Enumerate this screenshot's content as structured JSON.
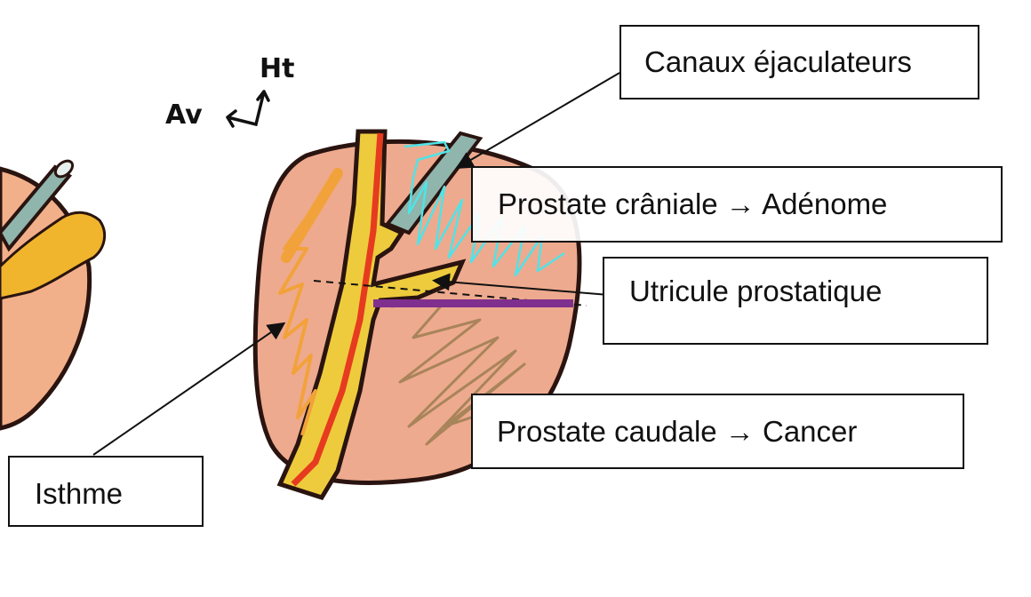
{
  "diagram": {
    "orientation": {
      "anterior": "Av",
      "superior": "Ht"
    },
    "labels": {
      "ejaculatory_ducts": "Canaux éjaculateurs",
      "cranial_prostate": "Prostate crâniale → Adénome",
      "utricle": "Utricule prostatique",
      "caudal_prostate": "Prostate caudale → Cancer",
      "isthmus": "Isthme"
    },
    "colors": {
      "gland": "#eeaa8e",
      "outline": "#2a1410",
      "urethra": "#eecb3c",
      "urethra_line": "#e63b1f",
      "duct": "#8fb5ad",
      "isthmus_scribble": "#f2a23a",
      "cranial_scribble": "#4fe3e8",
      "caudal_scribble": "#a8845a",
      "purple_bar": "#7f2f8e",
      "left_yellow": "#f0b52c"
    }
  }
}
